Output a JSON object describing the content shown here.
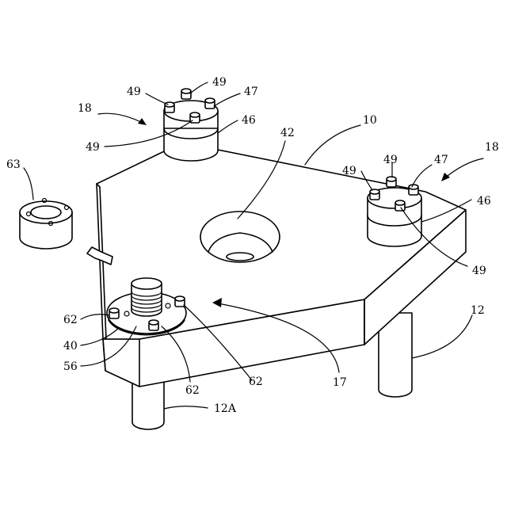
{
  "labels": {
    "l10": "10",
    "l12": "12",
    "l12a": "12A",
    "l17": "17",
    "l18_left": "18",
    "l18_right": "18",
    "l40": "40",
    "l42": "42",
    "l46_left": "46",
    "l46_right": "46",
    "l47_left": "47",
    "l47_right": "47",
    "l49_a": "49",
    "l49_b": "49",
    "l49_c": "49",
    "l49_d": "49",
    "l49_e": "49",
    "l49_f": "49",
    "l56": "56",
    "l62_a": "62",
    "l62_b": "62",
    "l62_c": "62",
    "l63": "63"
  }
}
